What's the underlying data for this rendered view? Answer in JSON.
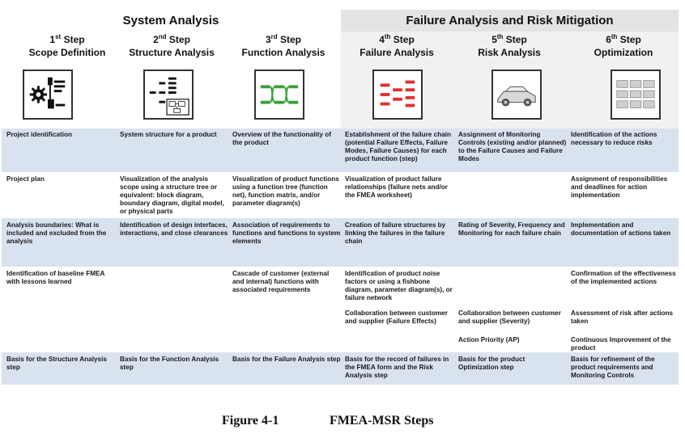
{
  "groups": {
    "system_analysis": "System Analysis",
    "failure_analysis": "Failure Analysis and Risk Mitigation"
  },
  "steps": [
    {
      "num": "1",
      "suffix": "st",
      "word": "Step",
      "name": "Scope Definition",
      "icon": "scope-gear-icon"
    },
    {
      "num": "2",
      "suffix": "nd",
      "word": "Step",
      "name": "Structure Analysis",
      "icon": "structure-tree-icon"
    },
    {
      "num": "3",
      "suffix": "rd",
      "word": "Step",
      "name": "Function Analysis",
      "icon": "function-net-icon"
    },
    {
      "num": "4",
      "suffix": "th",
      "word": "Step",
      "name": "Failure Analysis",
      "icon": "failure-chain-icon"
    },
    {
      "num": "5",
      "suffix": "th",
      "word": "Step",
      "name": "Risk Analysis",
      "icon": "risk-car-icon"
    },
    {
      "num": "6",
      "suffix": "th",
      "word": "Step",
      "name": "Optimization",
      "icon": "optimization-icon"
    }
  ],
  "rows": [
    {
      "cells": [
        "Project identification",
        "System structure for a product",
        "Overview of the functionality of the product",
        "Establishment of the failure chain (potential Failure Effects, Failure Modes, Failure Causes) for each product function (step)",
        "Assignment of Monitoring Controls (existing and/or planned) to the Failure Causes and Failure Modes",
        "Identification of the actions necessary to reduce risks"
      ]
    },
    {
      "cells": [
        "Project plan",
        "Visualization of the analysis scope using a structure tree or equivalent: block diagram, boundary diagram, digital model, or physical parts",
        "Visualization of product functions using a function tree (function net), function matrix, and/or parameter diagram(s)",
        "Visualization of product failure relationships (failure nets and/or the FMEA worksheet)",
        "",
        "Assignment of responsibilities and deadlines for action implementation"
      ]
    },
    {
      "cells": [
        "Analysis boundaries: What is included and excluded from the analysis",
        "Identification of design interfaces, interactions, and close clearances",
        "Association of requirements to functions and functions to system elements",
        "Creation of failure structures by linking the failures in the failure chain",
        "Rating of Severity, Frequency and Monitoring for each failure chain",
        "Implementation and documentation of actions taken"
      ]
    },
    {
      "cells": [
        "Identification of baseline FMEA with lessons learned",
        "",
        "Cascade of customer (external and internal) functions with associated requirements",
        "Identification of product noise factors or using a fishbone diagram, parameter diagram(s), or failure network",
        "",
        "Confirmation of the effectiveness of the implemented actions"
      ],
      "extra": [
        "",
        "",
        "",
        "Collaboration between customer and supplier (Failure Effects)",
        "Collaboration between customer and supplier (Severity)",
        "Assessment of risk after actions taken"
      ],
      "extra2": [
        "",
        "",
        "",
        "",
        "Action Priority (AP)",
        "Continuous Improvement of the product"
      ]
    },
    {
      "cells": [
        "Basis for the Structure Analysis step",
        "Basis for the Function Analysis step",
        "Basis for the Failure Analysis step",
        "Basis for the record of failures in the FMEA form and the Risk Analysis step",
        "Basis for the product Optimization step",
        "Basis for refinement of the product requirements and Monitoring Controls"
      ]
    }
  ],
  "caption": {
    "number": "Figure 4-1",
    "title": "FMEA-MSR Steps"
  },
  "colors": {
    "band_blue": "#d9e3ef",
    "header_gray": "#e4e4e4",
    "failure_red": "#e03030",
    "function_green": "#3aa03a"
  }
}
